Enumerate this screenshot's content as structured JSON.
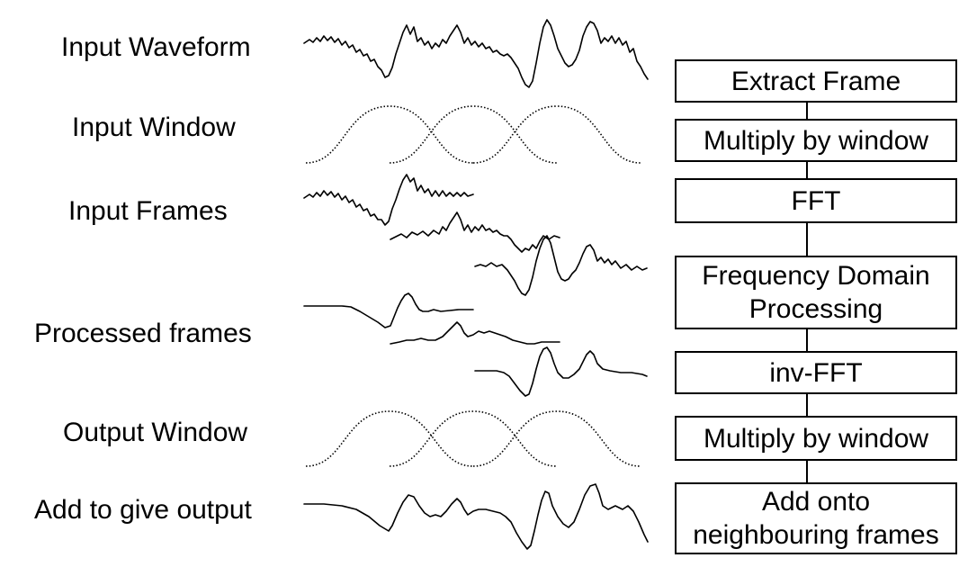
{
  "rows": {
    "input_waveform": "Input Waveform",
    "input_window": "Input Window",
    "input_frames": "Input Frames",
    "processed_frames": "Processed frames",
    "output_window": "Output Window",
    "add_output": "Add to give output"
  },
  "steps": {
    "extract_frame": "Extract Frame",
    "multiply_window_1": "Multiply by window",
    "fft": "FFT",
    "freq_processing_line1": "Frequency Domain",
    "freq_processing_line2": "Processing",
    "inv_fft": "inv-FFT",
    "multiply_window_2": "Multiply by window",
    "add_neighbours_line1": "Add onto",
    "add_neighbours_line2": "neighbouring frames"
  }
}
